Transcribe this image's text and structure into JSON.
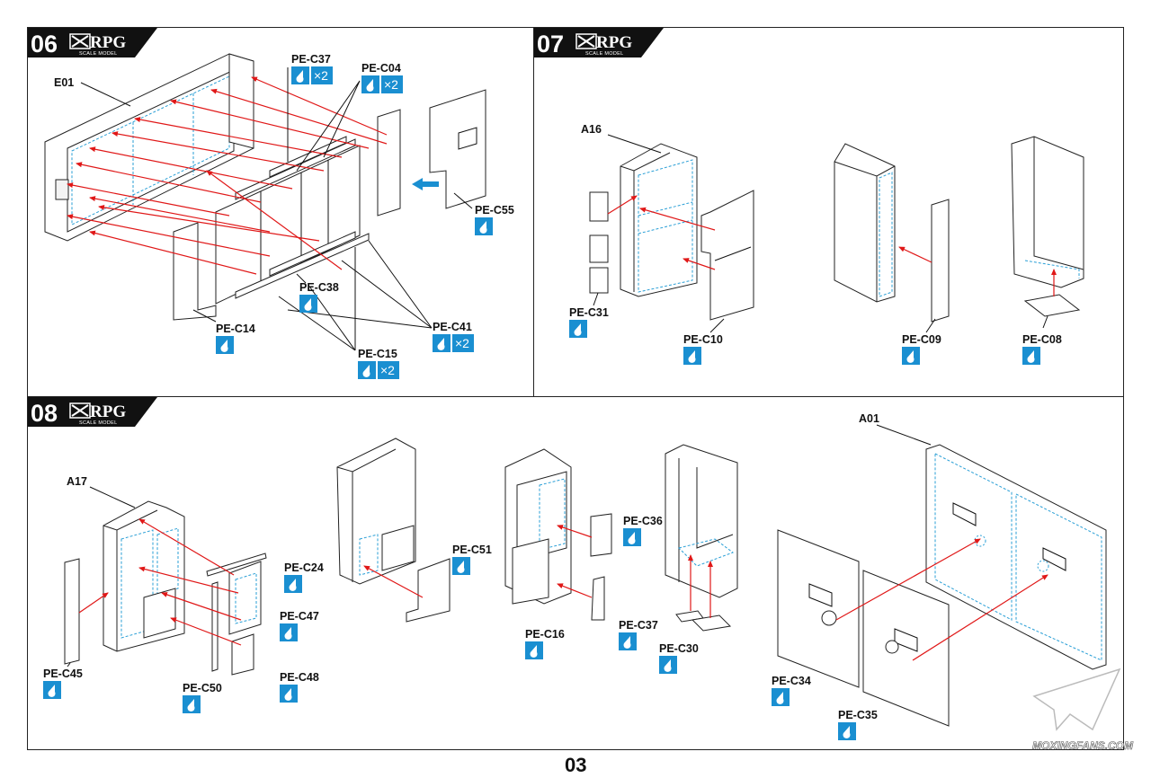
{
  "page_number": "03",
  "brand": {
    "name": "RPG",
    "sub": "SCALE MODEL"
  },
  "watermark": "MOXINGFANS.COM",
  "colors": {
    "accent_blue": "#1a8fd1",
    "arrow_red": "#e01818",
    "frame": "#222222"
  },
  "icons": {
    "glue": "glue-drop-icon",
    "assembly_arrow": "red-arrow",
    "insert_arrow": "blue-arrow"
  },
  "steps": [
    {
      "number": "06",
      "labels": [
        {
          "id": "E01",
          "text": "E01"
        },
        {
          "id": "PE-C37",
          "text": "PE-C37",
          "glue": true,
          "qty": "×2"
        },
        {
          "id": "PE-C04",
          "text": "PE-C04",
          "glue": true,
          "qty": "×2"
        },
        {
          "id": "PE-C55",
          "text": "PE-C55",
          "glue": true,
          "qty": ""
        },
        {
          "id": "PE-C38",
          "text": "PE-C38",
          "glue": true,
          "qty": ""
        },
        {
          "id": "PE-C14",
          "text": "PE-C14",
          "glue": true,
          "qty": ""
        },
        {
          "id": "PE-C41",
          "text": "PE-C41",
          "glue": true,
          "qty": "×2"
        },
        {
          "id": "PE-C15",
          "text": "PE-C15",
          "glue": true,
          "qty": "×2"
        }
      ]
    },
    {
      "number": "07",
      "labels": [
        {
          "id": "A16",
          "text": "A16"
        },
        {
          "id": "PE-C31",
          "text": "PE-C31",
          "glue": true,
          "qty": ""
        },
        {
          "id": "PE-C10",
          "text": "PE-C10",
          "glue": true,
          "qty": ""
        },
        {
          "id": "PE-C09",
          "text": "PE-C09",
          "glue": true,
          "qty": ""
        },
        {
          "id": "PE-C08",
          "text": "PE-C08",
          "glue": true,
          "qty": ""
        }
      ]
    },
    {
      "number": "08",
      "labels": [
        {
          "id": "A17",
          "text": "A17"
        },
        {
          "id": "PE-C24",
          "text": "PE-C24",
          "glue": true,
          "qty": ""
        },
        {
          "id": "PE-C47",
          "text": "PE-C47",
          "glue": true,
          "qty": ""
        },
        {
          "id": "PE-C48",
          "text": "PE-C48",
          "glue": true,
          "qty": ""
        },
        {
          "id": "PE-C50",
          "text": "PE-C50",
          "glue": true,
          "qty": ""
        },
        {
          "id": "PE-C45",
          "text": "PE-C45",
          "glue": true,
          "qty": ""
        },
        {
          "id": "PE-C51",
          "text": "PE-C51",
          "glue": true,
          "qty": ""
        },
        {
          "id": "PE-C16",
          "text": "PE-C16",
          "glue": true,
          "qty": ""
        },
        {
          "id": "PE-C36",
          "text": "PE-C36",
          "glue": true,
          "qty": ""
        },
        {
          "id": "PE-C37b",
          "text": "PE-C37",
          "glue": true,
          "qty": ""
        },
        {
          "id": "PE-C30",
          "text": "PE-C30",
          "glue": true,
          "qty": ""
        },
        {
          "id": "A01",
          "text": "A01"
        },
        {
          "id": "PE-C34",
          "text": "PE-C34",
          "glue": true,
          "qty": ""
        },
        {
          "id": "PE-C35",
          "text": "PE-C35",
          "glue": true,
          "qty": ""
        }
      ]
    }
  ]
}
